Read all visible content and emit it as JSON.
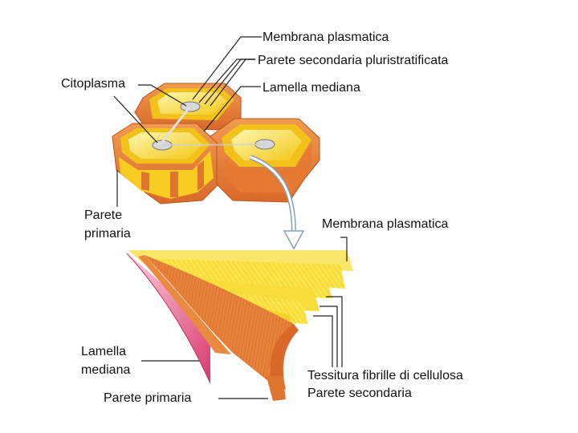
{
  "labels": {
    "membrana_top": "Membrana plasmatica",
    "parete_secondaria_pluri": "Parete secondaria pluristratificata",
    "citoplasma": "Citoplasma",
    "lamella_top": "Lamella mediana",
    "parete_primaria_left_1": "Parete",
    "parete_primaria_left_2": "primaria",
    "membrana_mid": "Membrana plasmatica",
    "lamella_bottom_1": "Lamella",
    "lamella_bottom_2": "mediana",
    "parete_primaria_bottom": "Parete primaria",
    "tessitura": "Tessitura fibrille di cellulosa",
    "parete_secondaria": "Parete secondaria"
  },
  "colors": {
    "outer_wall": "#e8823a",
    "wall_dark": "#c85a1e",
    "yellow": "#f7d31c",
    "yellow_light": "#fbea7a",
    "pink": "#e0457a",
    "line": "#222222",
    "arrow": "#8aa0b8"
  }
}
